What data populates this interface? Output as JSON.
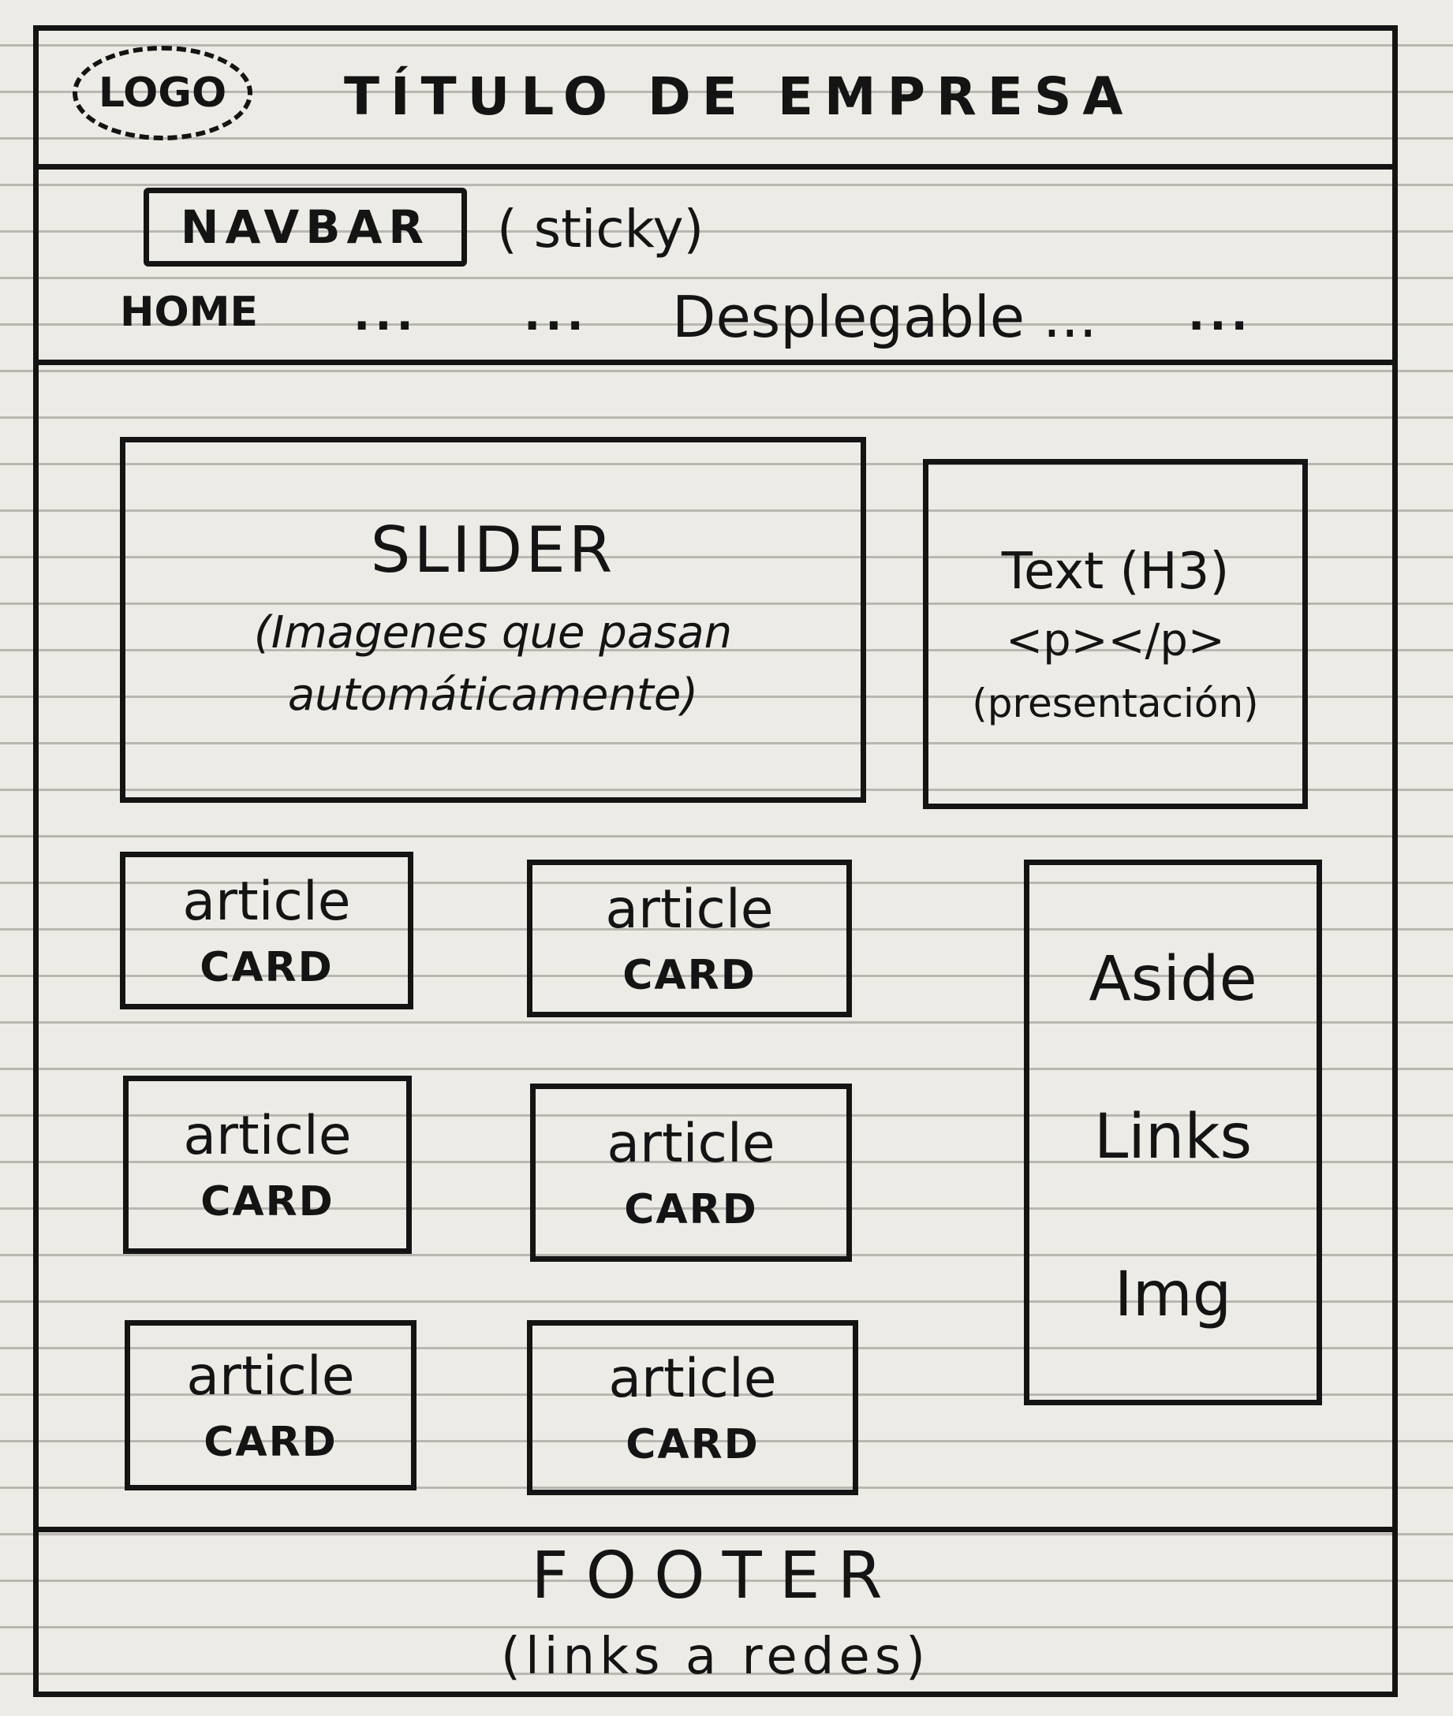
{
  "header": {
    "logo": "LOGO",
    "title": "TÍTULO DE EMPRESA"
  },
  "navbar": {
    "label": "NAVBAR",
    "note": "( sticky)",
    "items": [
      "HOME",
      "...",
      "...",
      "Desplegable ...",
      "..."
    ]
  },
  "slider": {
    "title": "SLIDER",
    "description": "(Imagenes que pasan automáticamente)"
  },
  "intro": {
    "heading": "Text (H3)",
    "paragraph": "<p></p>",
    "note": "(presentación)"
  },
  "cards": [
    {
      "line1": "article",
      "line2": "CARD"
    },
    {
      "line1": "article",
      "line2": "CARD"
    },
    {
      "line1": "article",
      "line2": "CARD"
    },
    {
      "line1": "article",
      "line2": "CARD"
    },
    {
      "line1": "article",
      "line2": "CARD"
    },
    {
      "line1": "article",
      "line2": "CARD"
    }
  ],
  "aside": {
    "items": [
      "Aside",
      "Links",
      "Img"
    ]
  },
  "footer": {
    "title": "FOOTER",
    "description": "(links a redes)"
  }
}
